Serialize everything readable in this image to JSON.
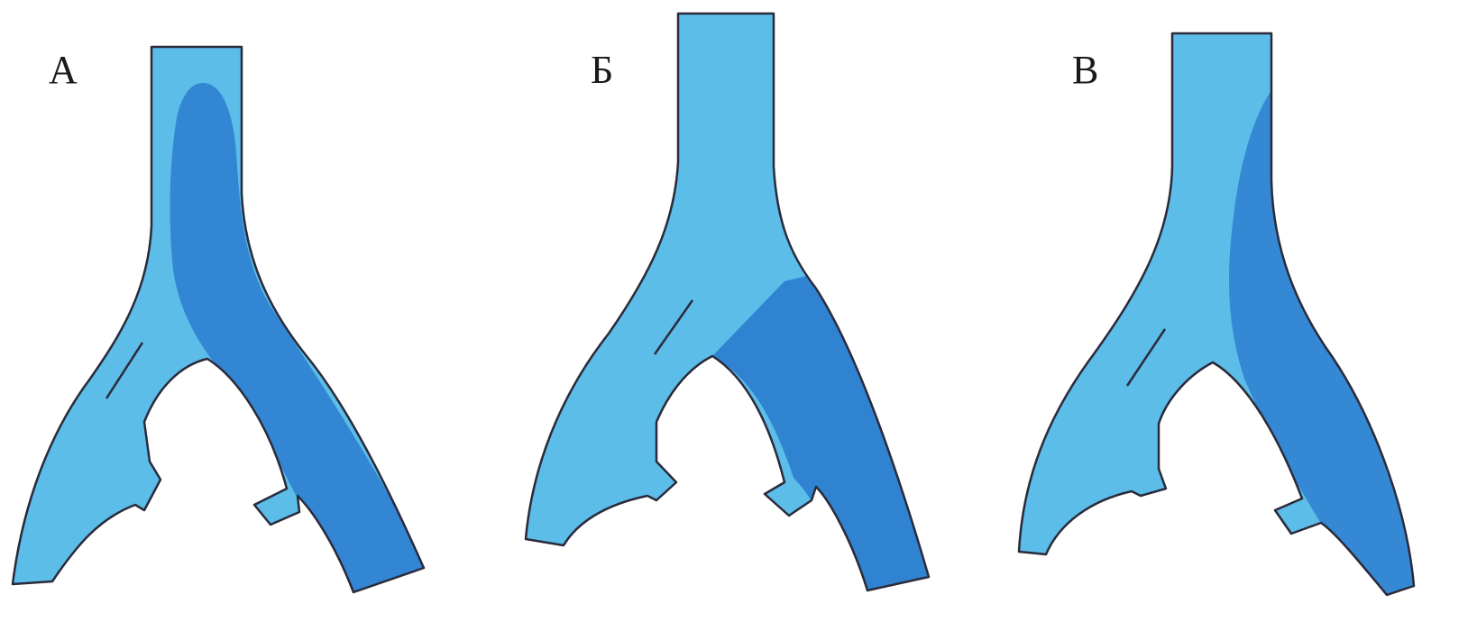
{
  "panels": [
    {
      "label": "А"
    },
    {
      "label": "Б"
    },
    {
      "label": "В"
    }
  ],
  "colors": {
    "light_blue": "#5bbde8",
    "dark_blue": "#2e7fd0",
    "outline": "#2a2a3a",
    "background": "#ffffff"
  }
}
